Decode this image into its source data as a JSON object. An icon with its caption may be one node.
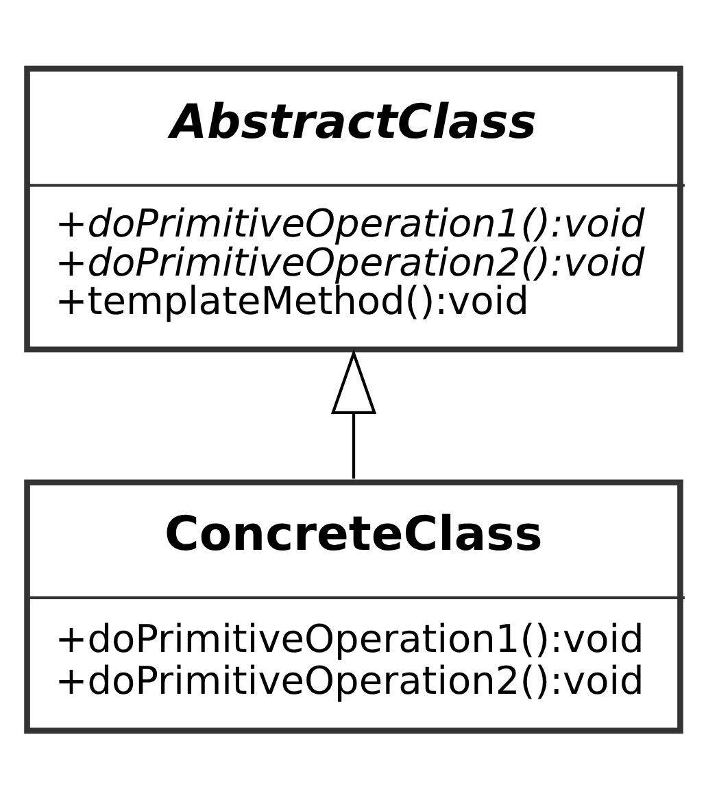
{
  "diagram": {
    "nodes": [
      {
        "text": [
          "AbstractClass",
          "+doPrimitiveOperation1():void",
          "+doPrimitiveOperation2():void",
          "+templateMethod():void"
        ]
      },
      {
        "text": [
          "ConcreteClass",
          "+doPrimitiveOperation1():void",
          "+doPrimitiveOperation2():void"
        ]
      }
    ],
    "edges": [
      {
        "from": 1,
        "to": 0,
        "arrow": "to"
      }
    ]
  }
}
